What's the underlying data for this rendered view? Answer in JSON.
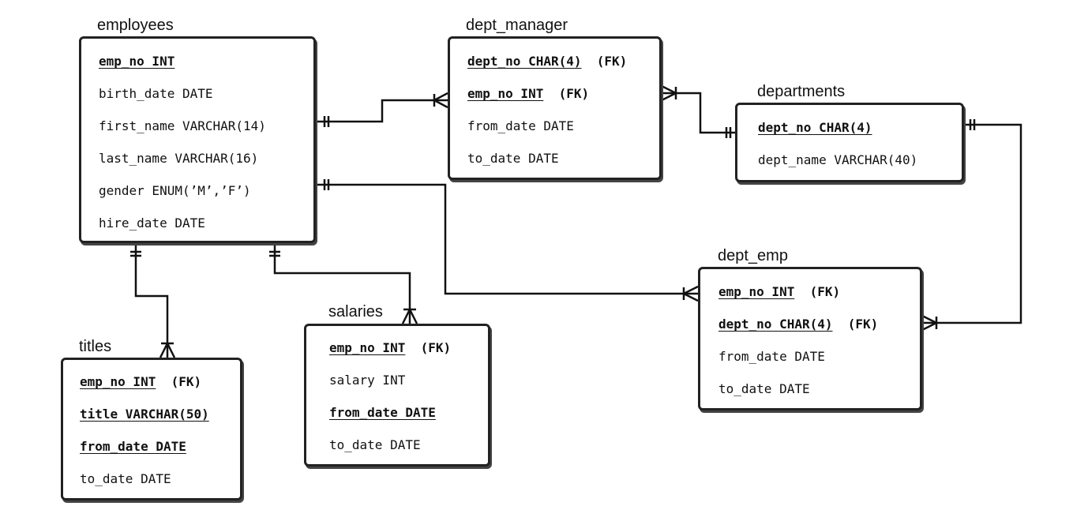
{
  "entities": {
    "employees": {
      "title": "employees",
      "fields": [
        {
          "name": "emp_no INT",
          "pk": true,
          "fk": ""
        },
        {
          "name": "birth_date DATE",
          "pk": false,
          "fk": ""
        },
        {
          "name": "first_name VARCHAR(14)",
          "pk": false,
          "fk": ""
        },
        {
          "name": "last_name VARCHAR(16)",
          "pk": false,
          "fk": ""
        },
        {
          "name": "gender ENUM(’M’,’F’)",
          "pk": false,
          "fk": ""
        },
        {
          "name": "hire_date DATE",
          "pk": false,
          "fk": ""
        }
      ]
    },
    "dept_manager": {
      "title": "dept_manager",
      "fields": [
        {
          "name": "dept_no CHAR(4)",
          "pk": true,
          "fk": "(FK)"
        },
        {
          "name": "emp_no INT",
          "pk": true,
          "fk": "(FK)"
        },
        {
          "name": "from_date DATE",
          "pk": false,
          "fk": ""
        },
        {
          "name": "to_date DATE",
          "pk": false,
          "fk": ""
        }
      ]
    },
    "departments": {
      "title": "departments",
      "fields": [
        {
          "name": "dept_no CHAR(4)",
          "pk": true,
          "fk": ""
        },
        {
          "name": "dept_name VARCHAR(40)",
          "pk": false,
          "fk": ""
        }
      ]
    },
    "dept_emp": {
      "title": "dept_emp",
      "fields": [
        {
          "name": "emp_no INT",
          "pk": true,
          "fk": "(FK)"
        },
        {
          "name": "dept_no CHAR(4)",
          "pk": true,
          "fk": "(FK)"
        },
        {
          "name": "from_date DATE",
          "pk": false,
          "fk": ""
        },
        {
          "name": "to_date DATE",
          "pk": false,
          "fk": ""
        }
      ]
    },
    "salaries": {
      "title": "salaries",
      "fields": [
        {
          "name": "emp_no INT",
          "pk": true,
          "fk": "(FK)"
        },
        {
          "name": "salary INT",
          "pk": false,
          "fk": ""
        },
        {
          "name": "from_date DATE",
          "pk": true,
          "fk": ""
        },
        {
          "name": "to_date DATE",
          "pk": false,
          "fk": ""
        }
      ]
    },
    "titles": {
      "title": "titles",
      "fields": [
        {
          "name": "emp_no INT",
          "pk": true,
          "fk": "(FK)"
        },
        {
          "name": "title VARCHAR(50)",
          "pk": true,
          "fk": ""
        },
        {
          "name": "from_date DATE",
          "pk": true,
          "fk": ""
        },
        {
          "name": "to_date DATE",
          "pk": false,
          "fk": ""
        }
      ]
    }
  },
  "relationships": [
    {
      "from": "employees",
      "from_card": "one",
      "to": "dept_manager",
      "to_card": "many"
    },
    {
      "from": "departments",
      "from_card": "one",
      "to": "dept_manager",
      "to_card": "many"
    },
    {
      "from": "departments",
      "from_card": "one",
      "to": "dept_emp",
      "to_card": "many"
    },
    {
      "from": "employees",
      "from_card": "one",
      "to": "dept_emp",
      "to_card": "many"
    },
    {
      "from": "employees",
      "from_card": "one",
      "to": "titles",
      "to_card": "many"
    },
    {
      "from": "employees",
      "from_card": "one",
      "to": "salaries",
      "to_card": "many"
    }
  ]
}
